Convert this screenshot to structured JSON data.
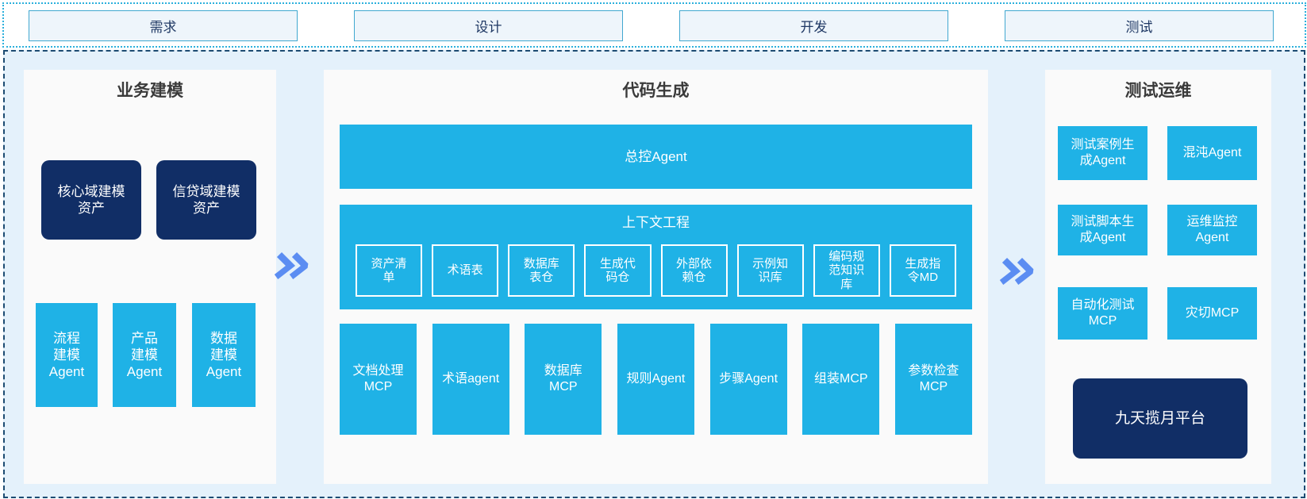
{
  "phases": [
    "需求",
    "设计",
    "开发",
    "测试"
  ],
  "left_panel": {
    "title": "业务建模",
    "asset_boxes": [
      "核心域建模\n资产",
      "信贷域建模\n资产"
    ],
    "agent_boxes": [
      "流程\n建模\nAgent",
      "产品\n建模\nAgent",
      "数据\n建模\nAgent"
    ]
  },
  "mid_panel": {
    "title": "代码生成",
    "master_agent": "总控Agent",
    "context": {
      "title": "上下文工程",
      "items": [
        "资产清\n单",
        "术语表",
        "数据库\n表仓",
        "生成代\n码仓",
        "外部依\n赖仓",
        "示例知\n识库",
        "编码规\n范知识\n库",
        "生成指\n令MD"
      ]
    },
    "tools": [
      "文档处理\nMCP",
      "术语agent",
      "数据库\nMCP",
      "规则Agent",
      "步骤Agent",
      "组装MCP",
      "参数检查\nMCP"
    ]
  },
  "right_panel": {
    "title": "测试运维",
    "boxes": [
      "测试案例生\n成Agent",
      "混沌Agent",
      "测试脚本生\n成Agent",
      "运维监控\nAgent",
      "自动化测试\nMCP",
      "灾切MCP"
    ],
    "platform": "九天揽月平台"
  },
  "icons": {
    "flow_arrow": "double-chevron-right"
  },
  "colors": {
    "cyan_box": "#1fb2e6",
    "navy_box": "#112e66",
    "canvas_bg": "#e4f1fb",
    "panel_bg": "#fafafa",
    "phase_fill": "#eef5fb",
    "phase_border": "#41a8d0",
    "phase_text": "#1f3864",
    "strip_border": "#2cb0dc",
    "frame_border": "#1c4b72",
    "arrow_blue": "#5b8df2",
    "title_text": "#3a3a3a"
  }
}
